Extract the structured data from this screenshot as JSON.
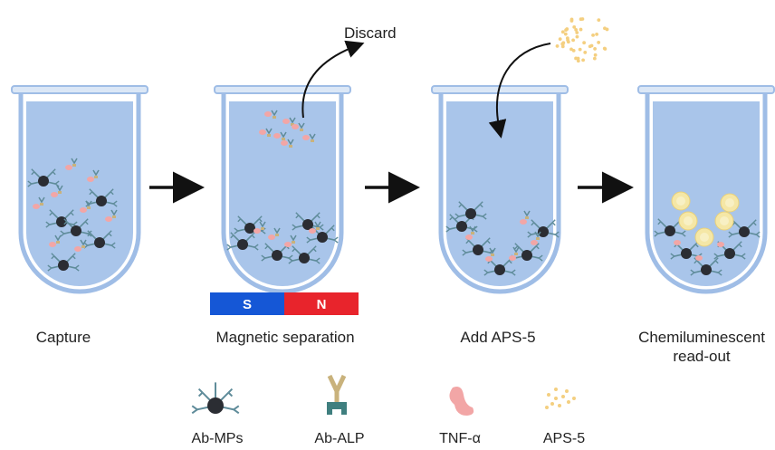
{
  "steps": [
    {
      "label": "Capture"
    },
    {
      "label": "Magnetic separation"
    },
    {
      "label": "Add APS-5"
    },
    {
      "label": "Chemiluminescent",
      "label2": "read-out"
    }
  ],
  "magnet": {
    "south": "S",
    "north": "N",
    "south_color": "#1557d6",
    "north_color": "#e8242c"
  },
  "annotations": {
    "discard": "Discard"
  },
  "legend": [
    {
      "icon": "ab-mp-icon",
      "label": "Ab-MPs"
    },
    {
      "icon": "ab-alp-icon",
      "label": "Ab-ALP"
    },
    {
      "icon": "tnf-alpha-icon",
      "label": "TNF-α"
    },
    {
      "icon": "aps5-icon",
      "label": "APS-5"
    }
  ],
  "colors": {
    "liquid": "#a9c5ea",
    "tube_outline": "#9fbde6",
    "bead": "#2b2d33",
    "antibody": "#5f8c9a",
    "tnf": "#f2a6a6",
    "alp": "#c9b27c",
    "aps5": "#f4cf80",
    "glow": "#f5e7a6"
  }
}
